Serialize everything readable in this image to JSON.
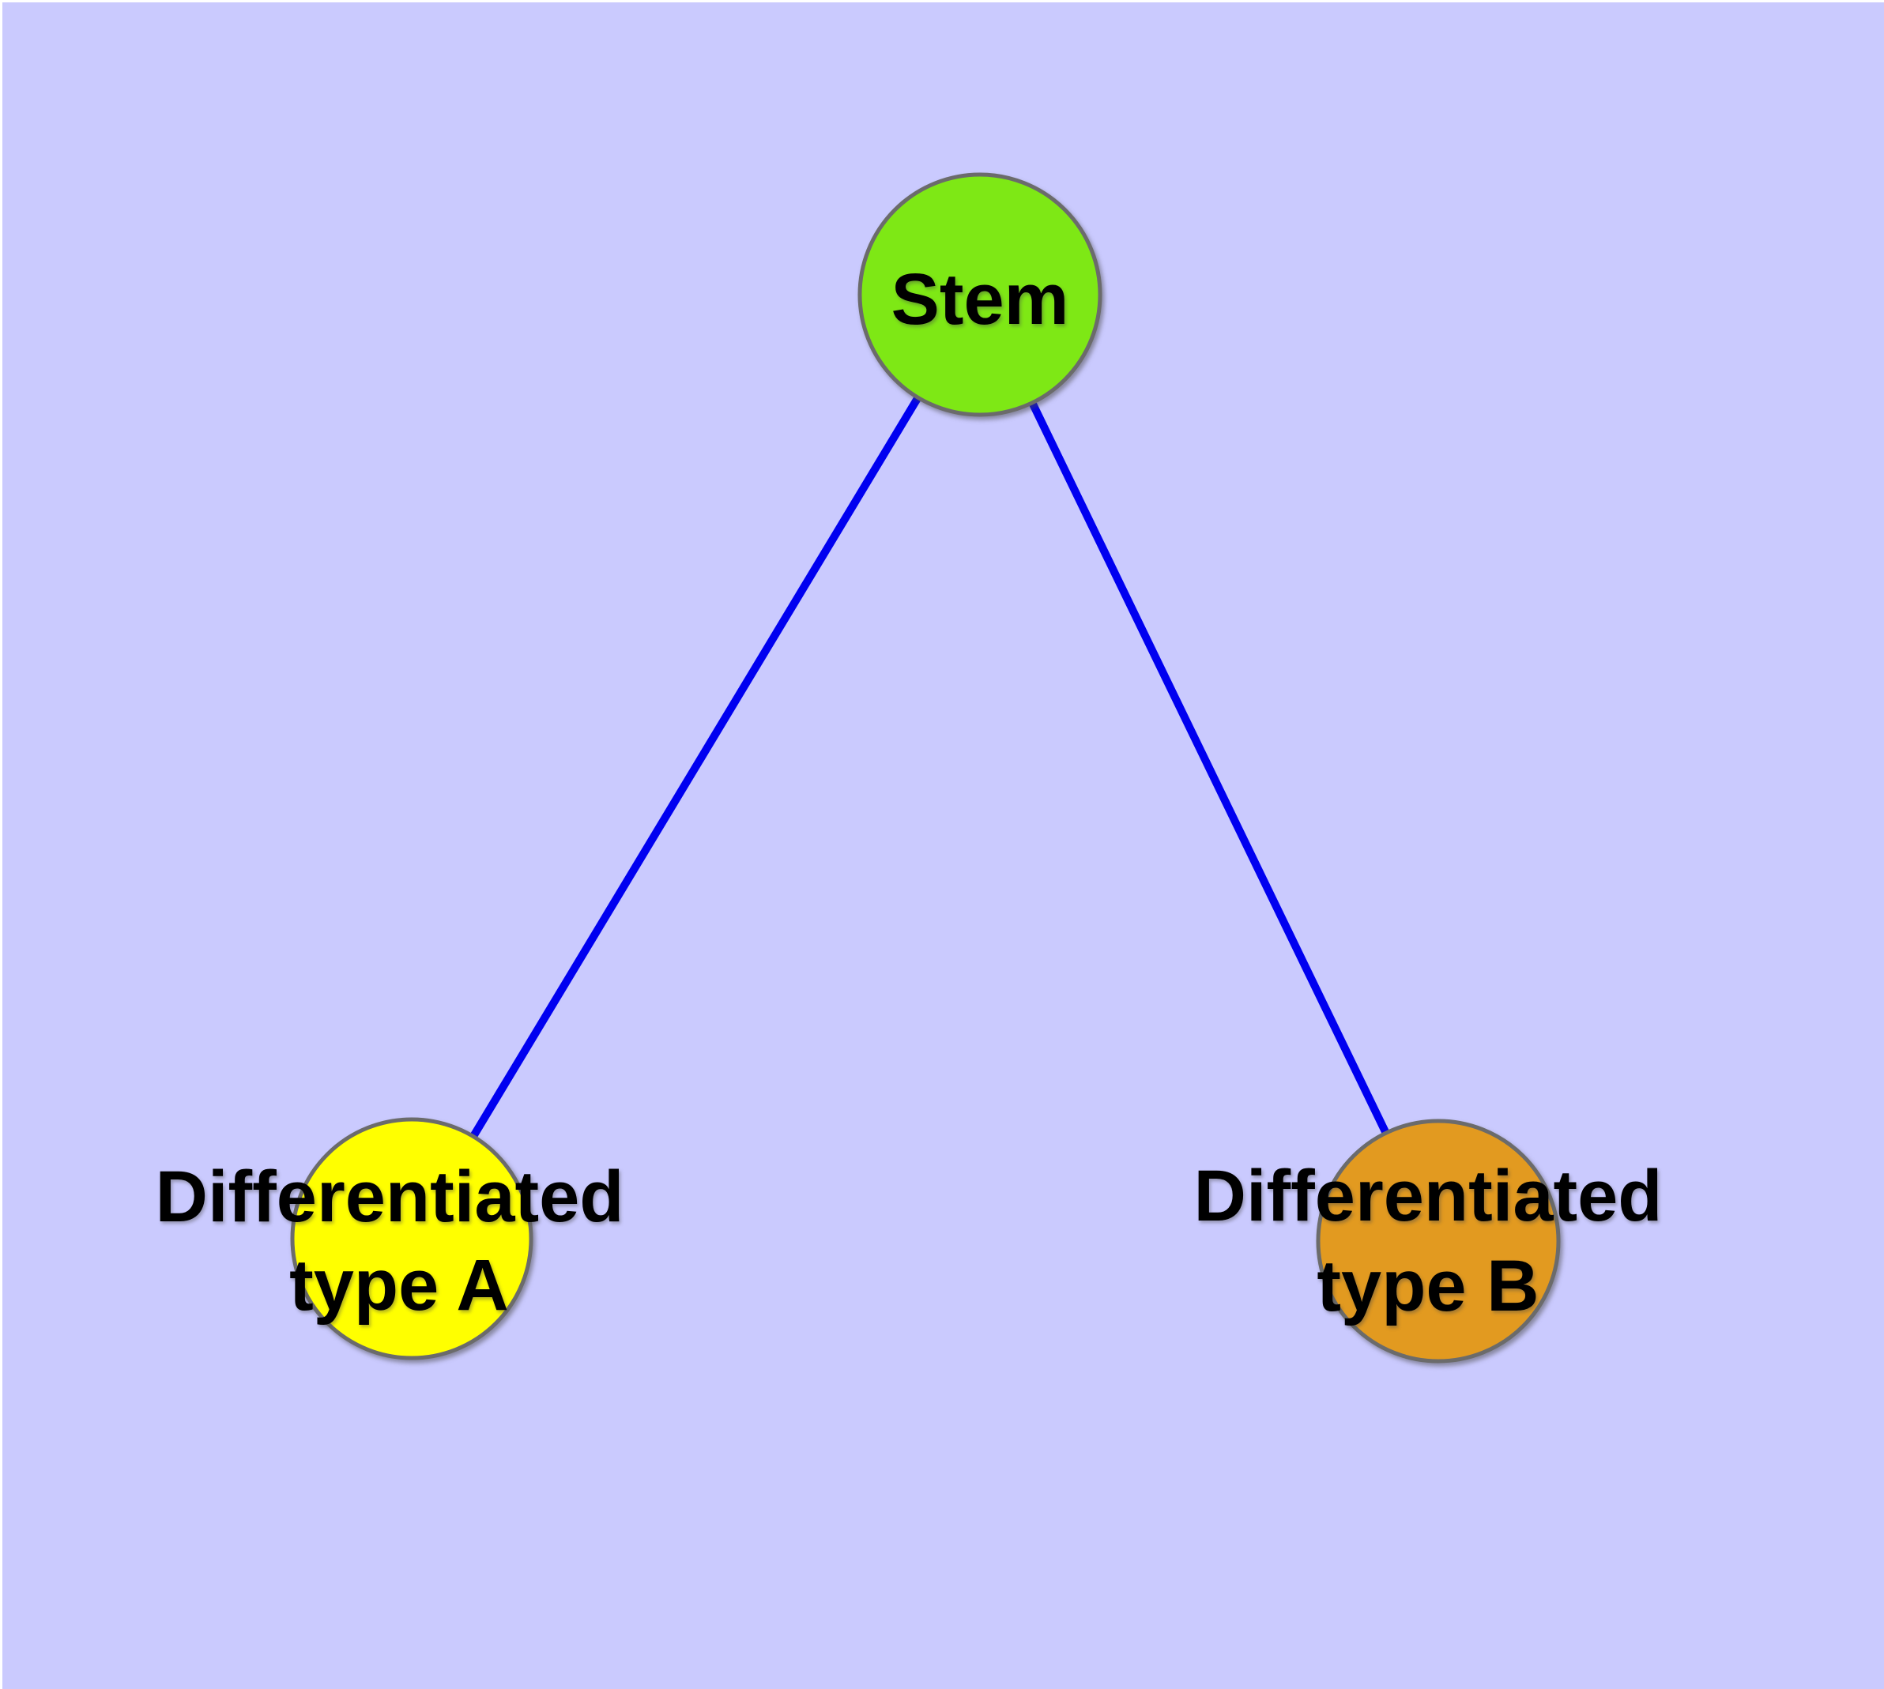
{
  "diagram": {
    "type": "graph",
    "nodes": {
      "stem": {
        "label": "Stem",
        "fill": "#7EE815"
      },
      "type_a": {
        "label_line1": "Differentiated",
        "label_line2": "type A",
        "fill": "#FFFF00"
      },
      "type_b": {
        "label_line1": "Differentiated",
        "label_line2": "type B",
        "fill": "#E29A20"
      }
    },
    "edges": [
      {
        "from": "stem",
        "to": "type_a"
      },
      {
        "from": "stem",
        "to": "type_b"
      }
    ],
    "colors": {
      "background": "#CACAFE",
      "edge": "#0000F0",
      "node_border": "#6B6B6B",
      "label_text": "#000000"
    }
  }
}
